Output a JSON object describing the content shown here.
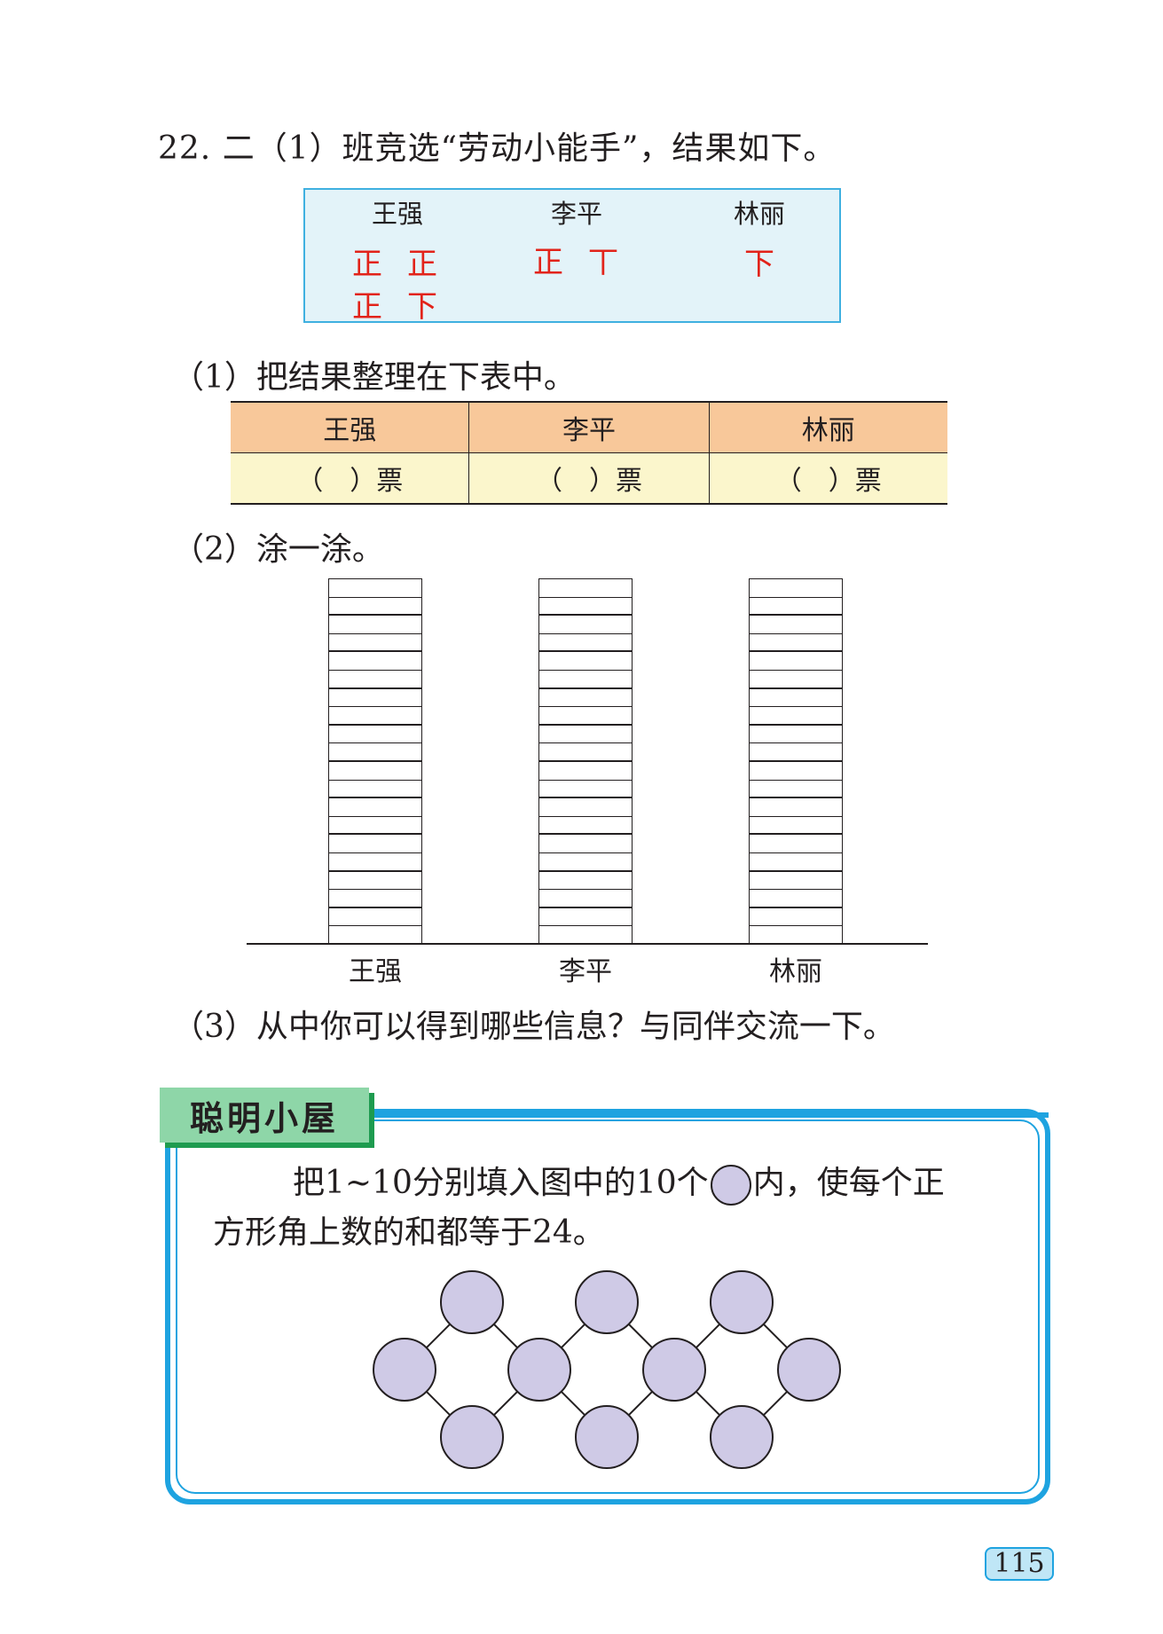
{
  "question": {
    "title": "22. 二（1）班竞选“劳动小能手”，结果如下。"
  },
  "tally": {
    "candidates": [
      {
        "name": "王强",
        "marks": [
          "正",
          "正",
          "正",
          "下"
        ]
      },
      {
        "name": "李平",
        "marks": [
          "正",
          "丅"
        ]
      },
      {
        "name": "林丽",
        "marks": [
          "下"
        ]
      }
    ]
  },
  "part1": {
    "label": "（1）把结果整理在下表中。",
    "headers": [
      "王强",
      "李平",
      "林丽"
    ],
    "cells": [
      "（　）票",
      "（　）票",
      "（　）票"
    ]
  },
  "part2": {
    "label": "（2）涂一涂。",
    "bar_labels": [
      "王强",
      "李平",
      "林丽"
    ],
    "cells_per_column": 20
  },
  "part3": {
    "label": "（3）从中你可以得到哪些信息？与同伴交流一下。"
  },
  "smart_house": {
    "tab_title": "聪明小屋",
    "text_before": "把1~10分别填入图中的10个",
    "text_after": "内，使每个正",
    "text_line2": "方形角上数的和都等于24。",
    "circle_color": "#cfcae6",
    "frame_color": "#1ea3e0"
  },
  "page_number": "115"
}
